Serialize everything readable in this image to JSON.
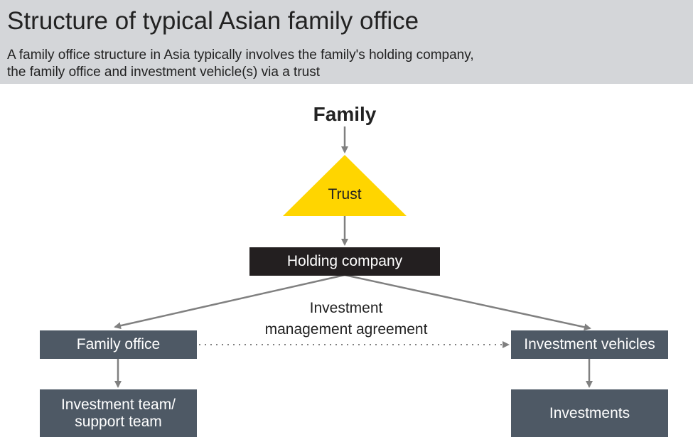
{
  "header": {
    "title": "Structure of typical Asian family office",
    "subtitle_line1": "A family office structure in Asia typically involves the family's holding company,",
    "subtitle_line2": "the family office and investment vehicle(s) via a trust"
  },
  "nodes": {
    "family": "Family",
    "trust": "Trust",
    "holding_company": "Holding company",
    "family_office": "Family office",
    "investment_vehicles": "Investment vehicles",
    "investment_team_line1": "Investment team/",
    "investment_team_line2": "support team",
    "investments": "Investments"
  },
  "edges": {
    "agreement_line1": "Investment",
    "agreement_line2": "management agreement"
  },
  "colors": {
    "header_bg": "#d4d6d9",
    "trust_yellow": "#ffd500",
    "holding_dark": "#231f20",
    "box_slate": "#4e5965",
    "arrow_gray": "#808080"
  }
}
